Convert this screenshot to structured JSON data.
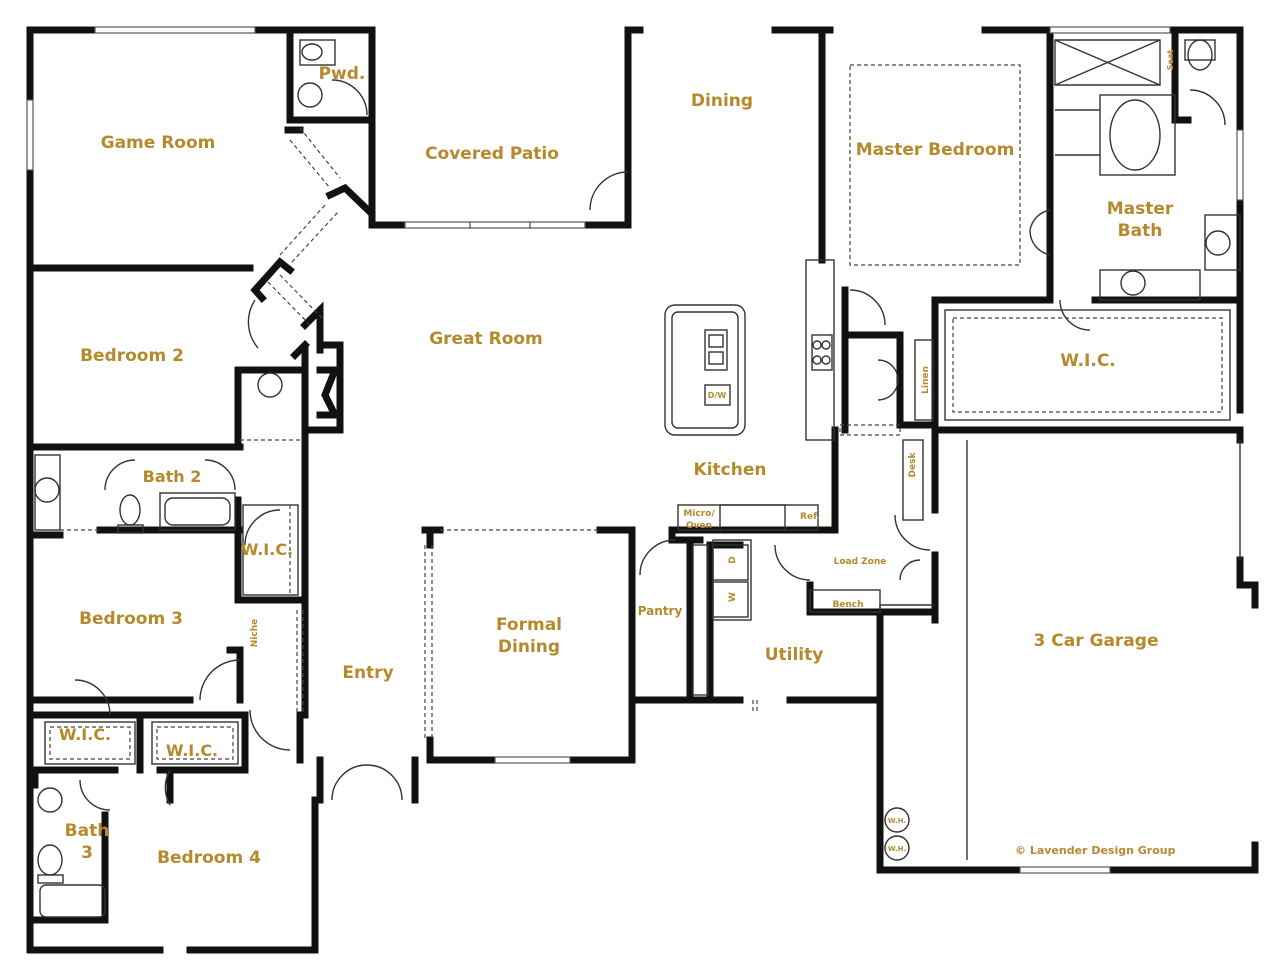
{
  "colors": {
    "label": "#b5892c",
    "wall": "#111111",
    "background": "#ffffff"
  },
  "rooms": {
    "game_room": "Game Room",
    "powder": "Pwd.",
    "covered_patio": "Covered Patio",
    "dining": "Dining",
    "master_bedroom": "Master Bedroom",
    "master_bath_1": "Master",
    "master_bath_2": "Bath",
    "seat": "Seat",
    "bedroom_2": "Bedroom 2",
    "great_room": "Great Room",
    "master_wic": "W.I.C.",
    "linen": "Linen",
    "bath_2": "Bath 2",
    "kitchen": "Kitchen",
    "dw": "D/W",
    "desk": "Desk",
    "wic_bedroom3": "W.I.C.",
    "micro_oven_1": "Micro/",
    "micro_oven_2": "Oven",
    "ref": "Ref.",
    "load_zone": "Load Zone",
    "bedroom_3": "Bedroom 3",
    "pantry": "Pantry",
    "bench": "Bench",
    "dryer": "D",
    "washer": "W",
    "formal_dining_1": "Formal",
    "formal_dining_2": "Dining",
    "entry": "Entry",
    "utility": "Utility",
    "garage": "3 Car Garage",
    "niche": "Niche",
    "wic_b4_left": "W.I.C.",
    "wic_b4_right": "W.I.C.",
    "bath_3_1": "Bath",
    "bath_3_2": "3",
    "bedroom_4": "Bedroom 4",
    "wh_1": "W.H.",
    "wh_2": "W.H."
  },
  "credit": "© Lavender Design Group"
}
